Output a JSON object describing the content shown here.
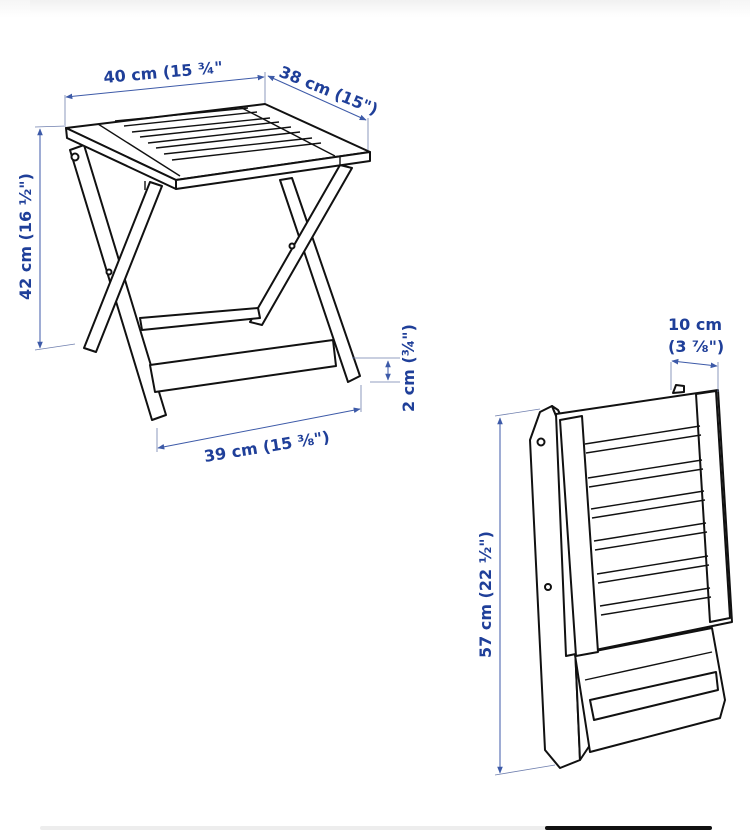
{
  "diagram": {
    "type": "product-dimension-drawing",
    "colors": {
      "label": "#1f3f99",
      "dimension_line": "#3d5aa8",
      "outline": "#111111",
      "background": "#ffffff"
    },
    "open_stool": {
      "width_label": "40 cm (15 ¾\"",
      "depth_label": "38 cm (15\")",
      "height_label": "42 cm (16 ½\")",
      "clearance_label": "2 cm (¾\")",
      "base_depth_label": "39 cm (15 ⅜\")"
    },
    "folded_stool": {
      "thickness_label_line1": "10 cm",
      "thickness_label_line2": "(3 ⅞\")",
      "height_label": "57 cm (22 ½\")"
    }
  },
  "carousel": {
    "progress_track_color": "#ededed",
    "progress_thumb_color": "#111111",
    "thumb_start_pct": 75.5,
    "thumb_width_pct": 24.5
  }
}
